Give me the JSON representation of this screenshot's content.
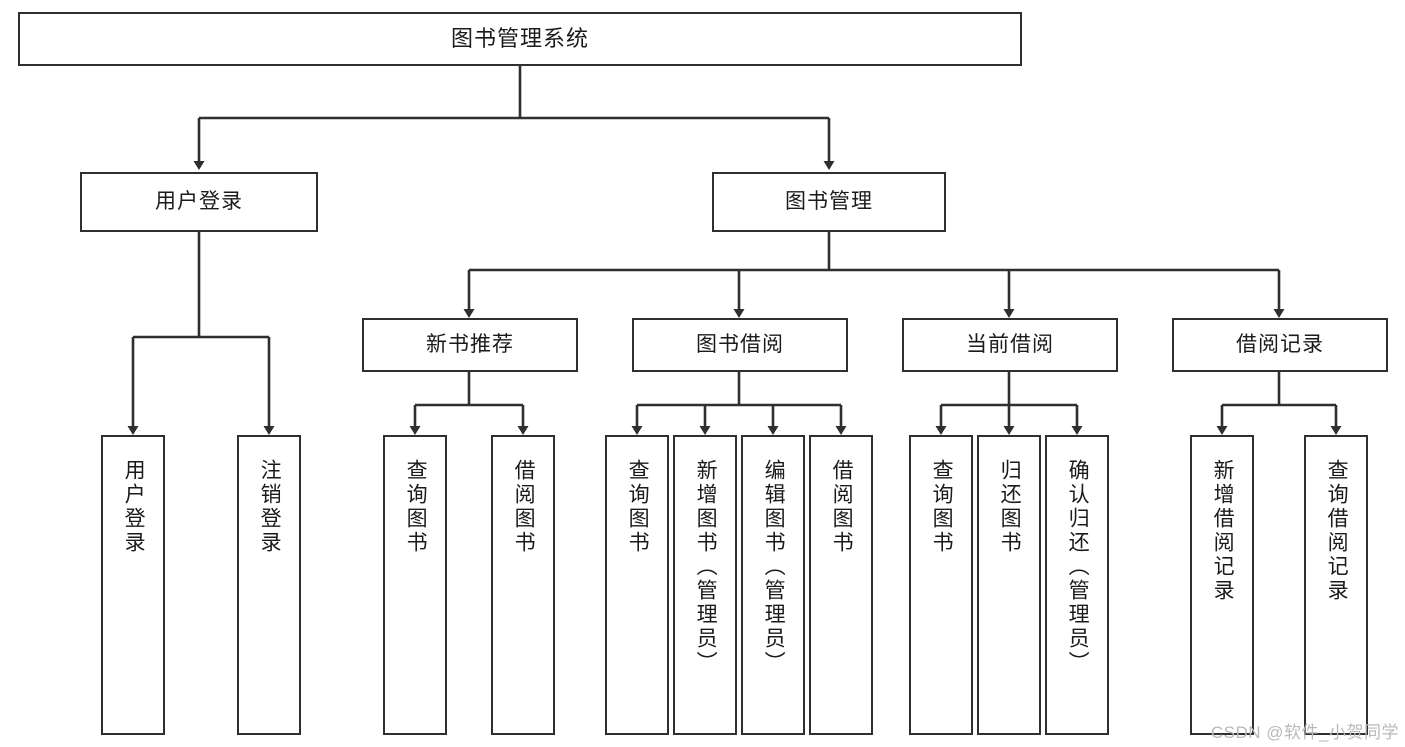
{
  "diagram": {
    "title": "图书管理系统",
    "type": "tree-hierarchy-diagram",
    "colors": {
      "box_border": "#2f2f2f",
      "box_fill": "#ffffff",
      "edge": "#2f2f2f",
      "text": "#1b1b1b",
      "watermark": "#b9b9b9",
      "background": "#ffffff"
    }
  },
  "nodes": {
    "root": {
      "label": "图书管理系统"
    },
    "level2": [
      {
        "label": "用户登录"
      },
      {
        "label": "图书管理"
      }
    ],
    "level3": [
      {
        "label": "新书推荐"
      },
      {
        "label": "图书借阅"
      },
      {
        "label": "当前借阅"
      },
      {
        "label": "借阅记录"
      }
    ],
    "leaves_user_login": [
      {
        "label": "用户登录"
      },
      {
        "label": "注销登录"
      }
    ],
    "leaves_new_book": [
      {
        "label": "查询图书"
      },
      {
        "label": "借阅图书"
      }
    ],
    "leaves_borrow": [
      {
        "label": "查询图书"
      },
      {
        "label": "新增图书（管理员）"
      },
      {
        "label": "编辑图书（管理员）"
      },
      {
        "label": "借阅图书"
      }
    ],
    "leaves_current": [
      {
        "label": "查询图书"
      },
      {
        "label": "归还图书"
      },
      {
        "label": "确认归还（管理员）"
      }
    ],
    "leaves_records": [
      {
        "label": "新增借阅记录"
      },
      {
        "label": "查询借阅记录"
      }
    ]
  },
  "watermark": {
    "text": "CSDN @软件_小贺同学"
  }
}
